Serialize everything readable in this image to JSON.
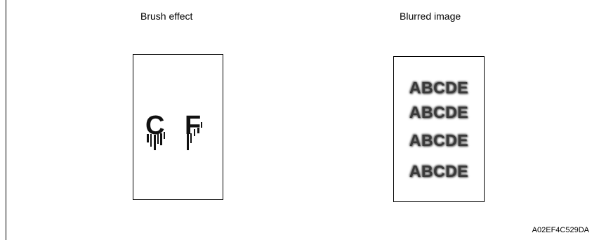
{
  "labels": {
    "brush_effect": "Brush effect",
    "blurred_image": "Blurred image"
  },
  "brush_sample": {
    "letter_1": "C",
    "letter_2": "F"
  },
  "blurred_sample": {
    "lines": [
      "ABCDE",
      "ABCDE",
      "ABCDE",
      "ABCDE"
    ]
  },
  "figure_code": "A02EF4C529DA"
}
